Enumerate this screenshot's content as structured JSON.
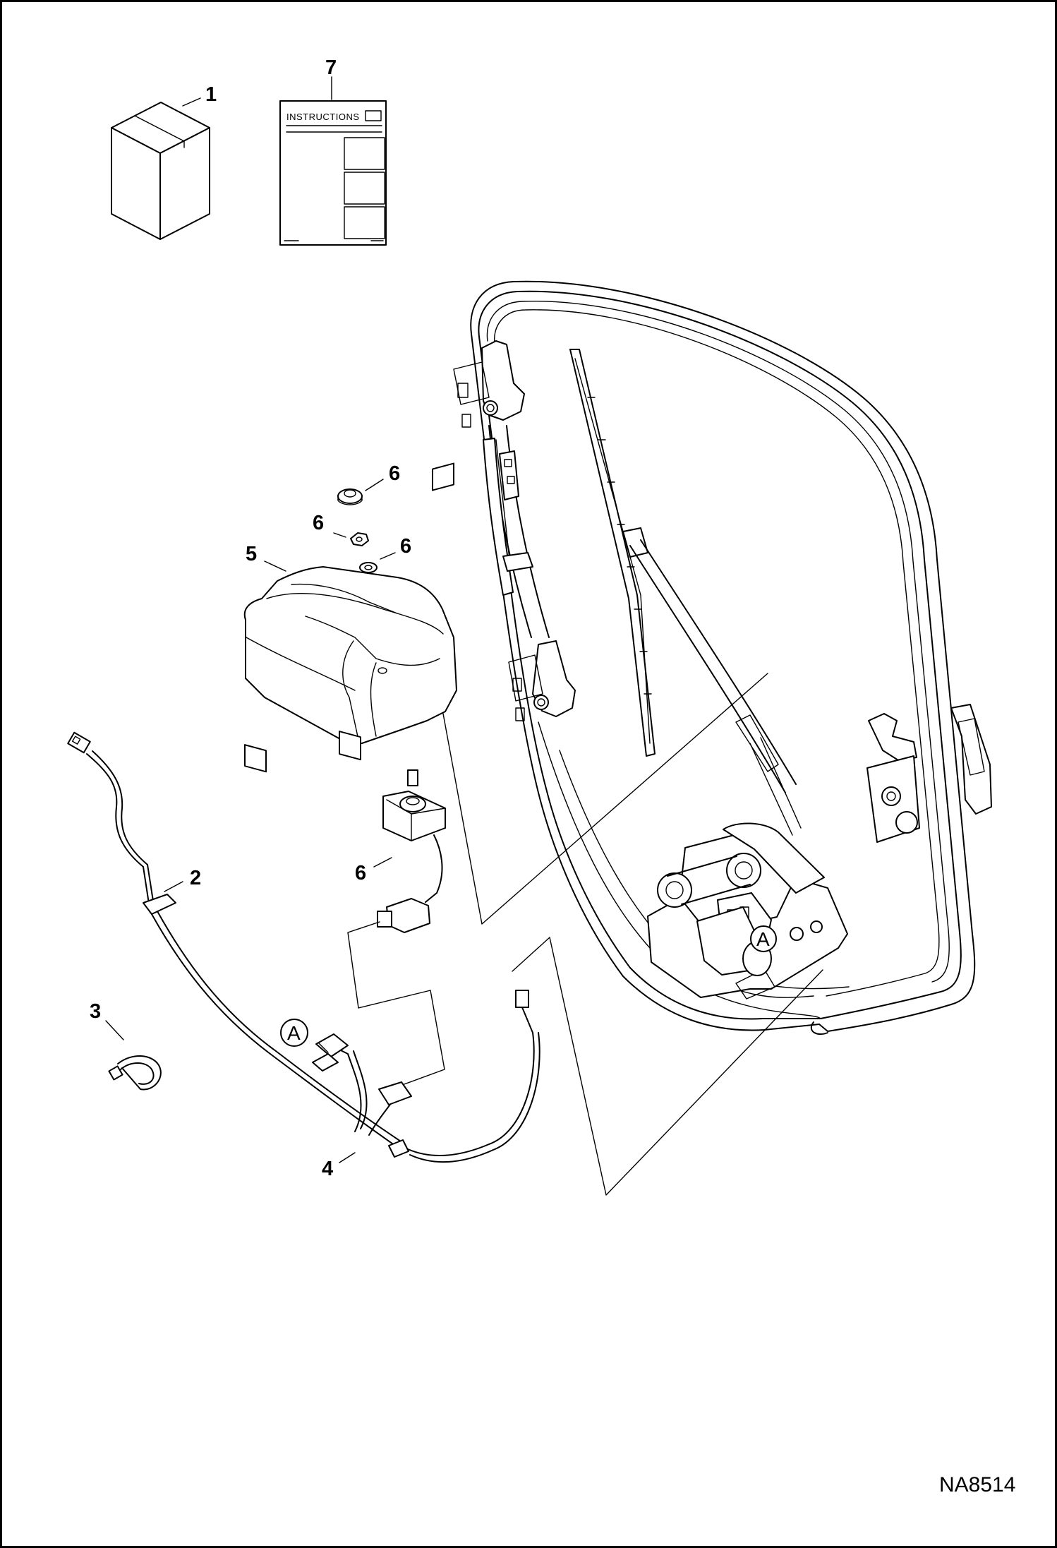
{
  "doc_code": "NA8514",
  "instructions_sheet": {
    "title": "INSTRUCTIONS"
  },
  "callouts": {
    "kit_box": "1",
    "instruction_sheet": "7",
    "harness_connector": "2",
    "cable_tie": "3",
    "main_harness": "4",
    "motor_cover": "5",
    "grommet": "6",
    "nut": "6",
    "washer": "6",
    "switch": "6"
  },
  "connection_markers": {
    "harness_side": "A",
    "motor_side": "A"
  },
  "icons": [
    "box-icon",
    "instruction-sheet-icon",
    "door-frame-icon",
    "wiper-blade-icon",
    "wiper-motor-icon",
    "cable-tie-icon",
    "wiring-harness-icon"
  ]
}
